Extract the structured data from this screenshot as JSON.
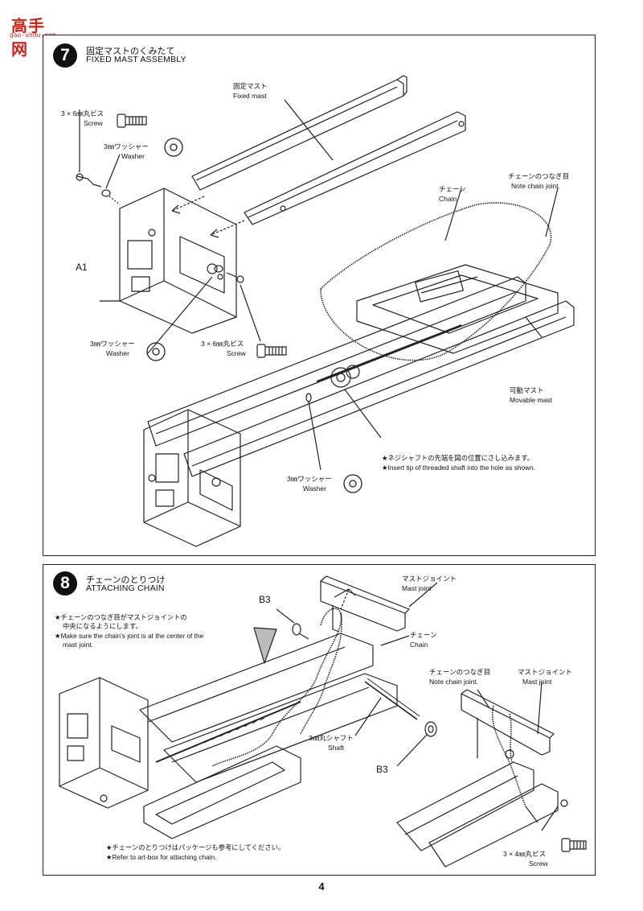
{
  "watermark": {
    "title": "高手网",
    "url": "gao-shou.com"
  },
  "page_number": "4",
  "step7": {
    "number": "7",
    "title_jp": "固定マストのくみたて",
    "title_en": "FIXED MAST ASSEMBLY",
    "labels": {
      "fixed_mast_jp": "固定マスト",
      "fixed_mast_en": "Fixed mast",
      "screw1_jp": "3 × 6㎜丸ビス",
      "screw1_en": "Screw",
      "washer1_jp": "3㎜ワッシャー",
      "washer1_en": "Washer",
      "a1": "A1",
      "washer2_jp": "3㎜ワッシャー",
      "washer2_en": "Washer",
      "screw2_jp": "3 × 6㎜丸ビス",
      "screw2_en": "Screw",
      "chain_joint_jp": "チェーンのつなぎ目",
      "chain_joint_en": "Note chain joint.",
      "chain_jp": "チェーン",
      "chain_en": "Chain",
      "movable_mast_jp": "可動マスト",
      "movable_mast_en": "Movable mast",
      "washer3_jp": "3㎜ワッシャー",
      "washer3_en": "Washer"
    },
    "note_jp": "★ネジシャフトの先端を図の位置にさし込みます。",
    "note_en": "★Insert tip of threaded shaft into the hole as shown."
  },
  "step8": {
    "number": "8",
    "title_jp": "チェーンのとりつけ",
    "title_en": "ATTACHING CHAIN",
    "note1_jp_line1": "★チェーンのつなぎ目がマストジョイントの",
    "note1_jp_line2": "中央になるようにします。",
    "note1_en_line1": "★Make sure the chain's joint is at the center of the",
    "note1_en_line2": "mast joint.",
    "labels": {
      "b3_top": "B3",
      "mast_joint1_jp": "マストジョイント",
      "mast_joint1_en": "Mast joint",
      "chain_jp": "チェーン",
      "chain_en": "Chain",
      "chain_joint_jp": "チェーンのつなぎ目",
      "chain_joint_en": "Note chain joint.",
      "mast_joint2_jp": "マストジョイント",
      "mast_joint2_en": "Mast joint",
      "shaft_jp": "3㎜丸シャフト",
      "shaft_en": "Shaft",
      "b3_bottom": "B3",
      "screw_jp": "3 × 4㎜丸ビス",
      "screw_en": "Screw"
    },
    "note2_jp": "★チェーンのとりつけはパッケージも参考にしてください。",
    "note2_en": "★Refer to art-box for attaching chain."
  }
}
